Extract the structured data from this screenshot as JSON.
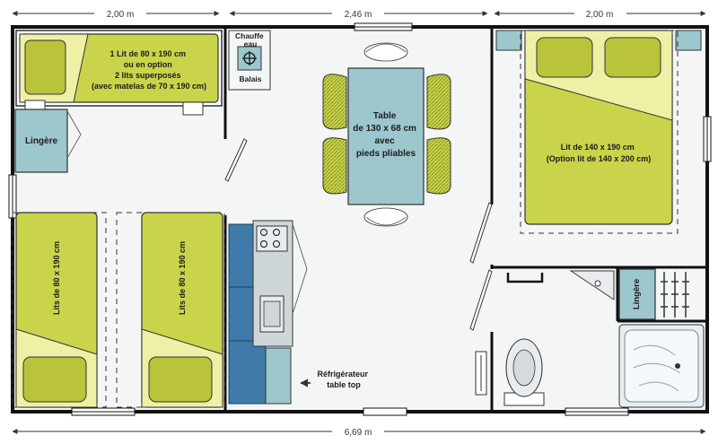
{
  "dimensions": {
    "top_left": "2,00 m",
    "top_middle": "2,46 m",
    "top_right": "2,00 m",
    "bottom_total": "6,69 m"
  },
  "labels": {
    "bunk_bed": [
      "1 Lit de 80 x 190 cm",
      "ou en option",
      "2 lits superposés",
      "(avec matelas de 70 x 190 cm)"
    ],
    "water_heater": [
      "Chauffe",
      "eau"
    ],
    "brooms": "Balais",
    "linen_left": "Lingère",
    "bed_single_1": "Lits de 80 x 190 cm",
    "bed_single_2": "Lits de 80 x 190 cm",
    "table": [
      "Table",
      "de 130 x 68 cm",
      "avec",
      "pieds pliables"
    ],
    "double_bed": [
      "Lit de 140 x 190 cm",
      "(Option lit de 140 x 200 cm)"
    ],
    "linen_right": "Lingère",
    "fridge": [
      "Réfrigérateur",
      "table top"
    ]
  },
  "colors": {
    "bed": "#c9d44a",
    "pillow": "#b9c43a",
    "bed_fold": "#eef0a6",
    "cabinet": "#9cc7cc",
    "kitchen": "#3e7bab",
    "table": "#9cc7cc",
    "wall": "#111111",
    "floor": "#f4f6f6"
  }
}
